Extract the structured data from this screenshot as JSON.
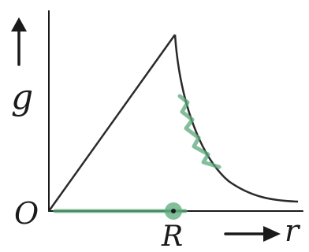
{
  "labels": {
    "y_axis": "g",
    "x_axis": "r",
    "origin": "O",
    "radius": "R"
  },
  "colors": {
    "line": "#1a1a1a",
    "highlight": "#5aa87a"
  }
}
